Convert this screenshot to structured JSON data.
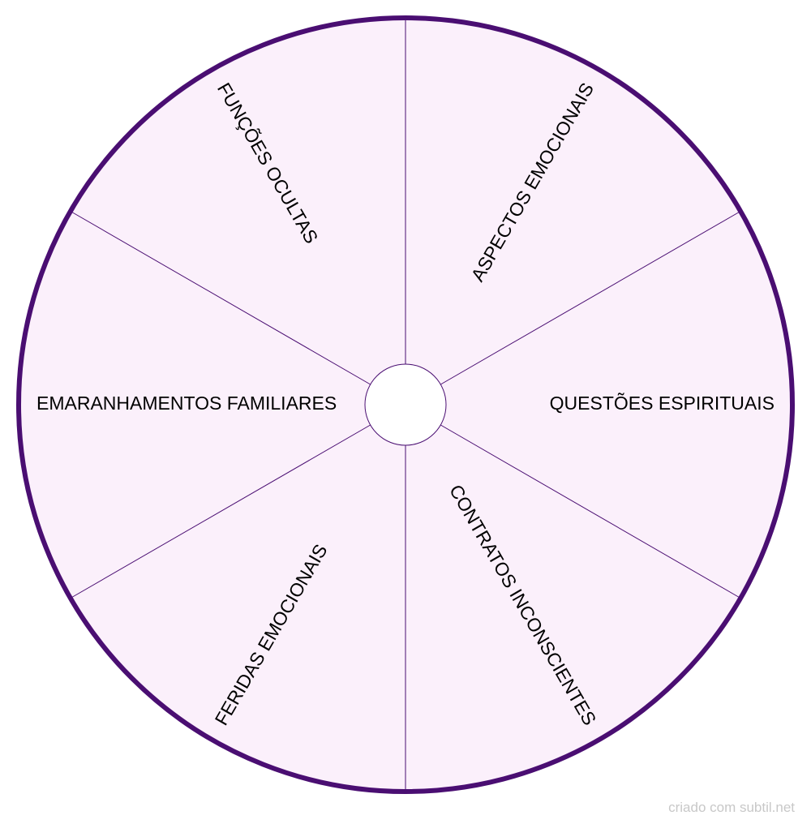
{
  "wheel": {
    "sectors": [
      {
        "label": "ASPECTOS EMOCIONAIS",
        "name": "sector-aspectos-emocionais"
      },
      {
        "label": "QUESTÕES ESPIRITUAIS",
        "name": "sector-questoes-espirituais"
      },
      {
        "label": "CONTRATOS INCONSCIENTES",
        "name": "sector-contratos-inconscientes"
      },
      {
        "label": "FERIDAS EMOCIONAIS",
        "name": "sector-feridas-emocionais"
      },
      {
        "label": "EMARANHAMENTOS FAMILIARES",
        "name": "sector-emaranhamentos-familiares"
      },
      {
        "label": "FUNÇÕES OCULTAS",
        "name": "sector-funcoes-ocultas"
      }
    ],
    "colors": {
      "rim": "#4a0e72",
      "divider": "#4a0e72",
      "fill": "#fbf0fb",
      "hub_fill": "#ffffff"
    }
  },
  "footer": {
    "credit": "criado com subtil.net"
  }
}
